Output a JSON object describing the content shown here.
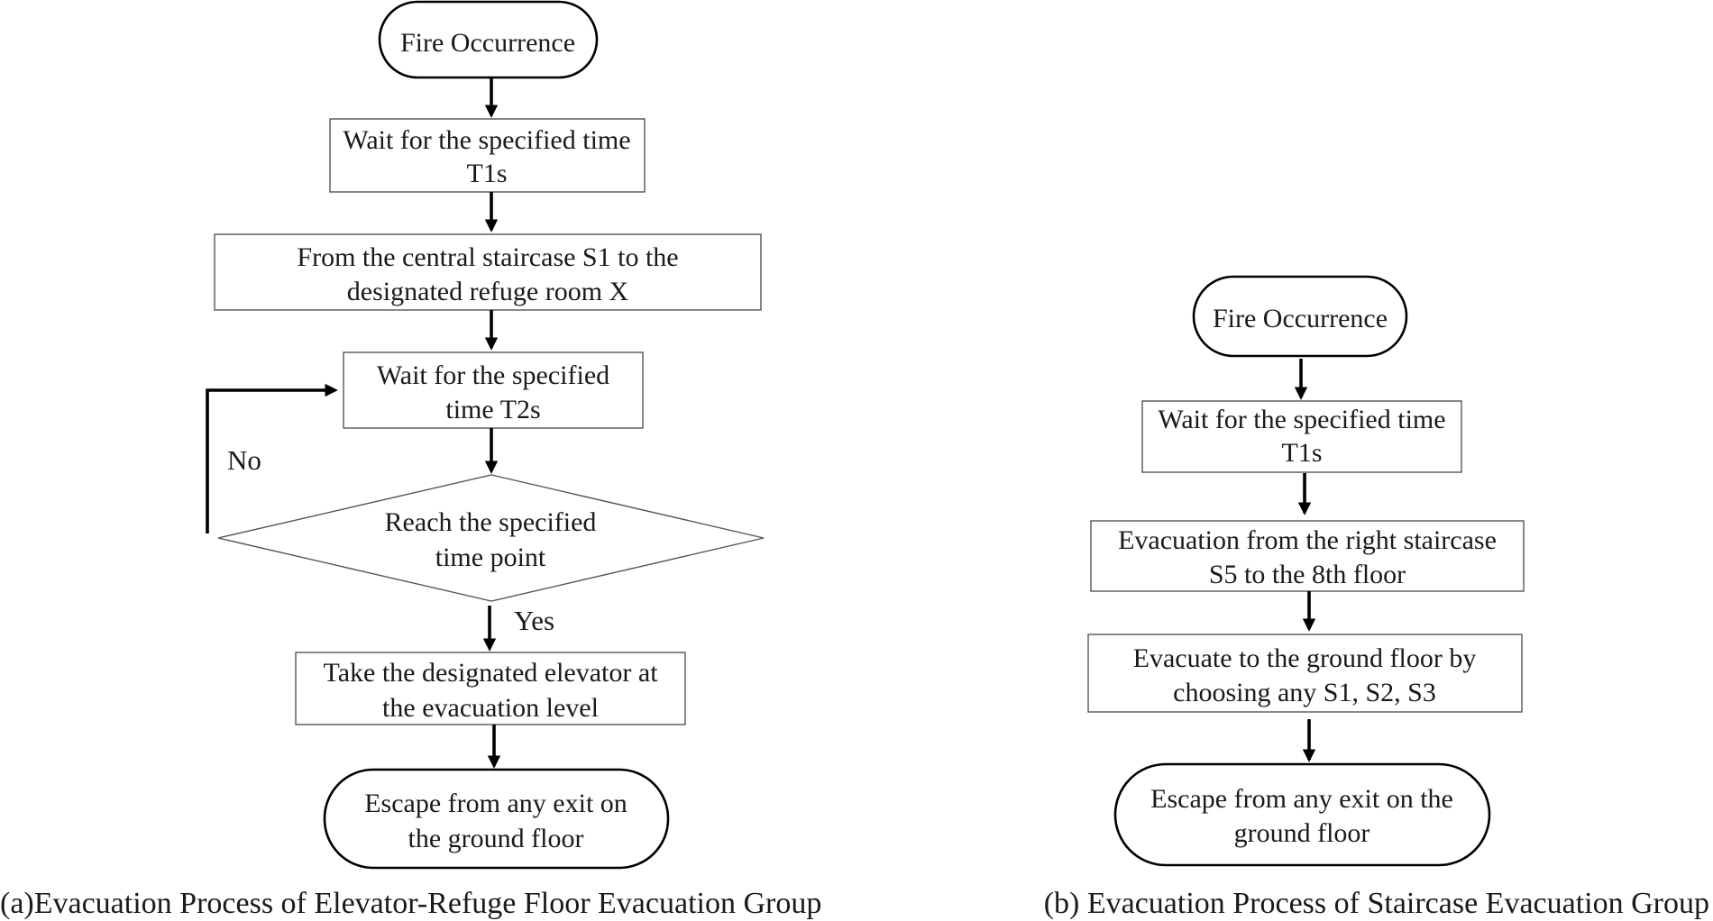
{
  "panel_a": {
    "start": "Fire Occurrence",
    "wait_t1": [
      "Wait for the specified time",
      "T1s"
    ],
    "to_refuge": [
      "From the central staircase S1 to the",
      "designated refuge room X"
    ],
    "wait_t2": [
      "Wait for the specified",
      "time T2s"
    ],
    "decision": [
      "Reach the specified",
      "time point"
    ],
    "label_no": "No",
    "label_yes": "Yes",
    "take_elevator": [
      "Take the designated elevator at",
      "the evacuation level"
    ],
    "end": [
      "Escape from any exit on",
      "the ground floor"
    ],
    "caption": "(a)Evacuation Process of Elevator-Refuge Floor Evacuation Group"
  },
  "panel_b": {
    "start": "Fire Occurrence",
    "wait_t1": [
      "Wait for the specified time",
      "T1s"
    ],
    "right_staircase": [
      "Evacuation from the right staircase",
      "S5 to the 8th floor"
    ],
    "ground_floor": [
      "Evacuate to the ground floor by",
      "choosing any S1, S2, S3"
    ],
    "end": [
      "Escape from any exit on the",
      "ground floor"
    ],
    "caption": "(b) Evacuation Process of Staircase Evacuation Group"
  }
}
